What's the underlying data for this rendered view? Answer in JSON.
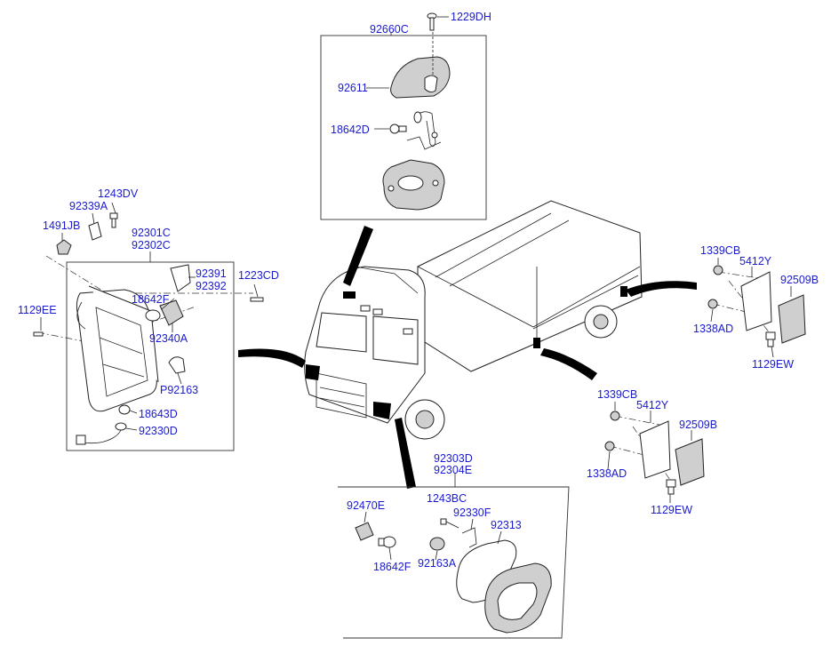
{
  "labels": {
    "top_box_header": "92660C",
    "screw_top": "1229DH",
    "lamp_cover": "92611",
    "bulb_top": "18642D",
    "left_bolt_a": "1243DV",
    "left_clip": "92339A",
    "left_nut": "1491JB",
    "left_asm_a": "92301C",
    "left_asm_b": "92302C",
    "left_holder_a": "92391",
    "left_holder_b": "92392",
    "left_bulb_a": "18642F",
    "left_socket": "92340A",
    "left_screw_b": "1223CD",
    "left_screw_c": "1129EE",
    "left_grommet": "P92163",
    "left_bulb_b": "18643D",
    "left_harness": "92330D",
    "bottom_asm_a": "92303D",
    "bottom_asm_b": "92304E",
    "bottom_socket": "92470E",
    "bottom_bolt": "1243BC",
    "bottom_bracket": "92330F",
    "bottom_lens": "92313",
    "bottom_bulb": "18642F",
    "bottom_grommet": "92163A",
    "r1_nut": "1339CB",
    "r1_plate": "5412Y",
    "r1_reflector": "92509B",
    "r1_washer": "1338AD",
    "r1_bolt": "1129EW",
    "r2_nut": "1339CB",
    "r2_plate": "5412Y",
    "r2_reflector": "92509B",
    "r2_washer": "1338AD",
    "r2_bolt": "1129EW"
  },
  "colors": {
    "label": "#1a1ad0",
    "line": "#222222",
    "pointer": "#000000"
  }
}
